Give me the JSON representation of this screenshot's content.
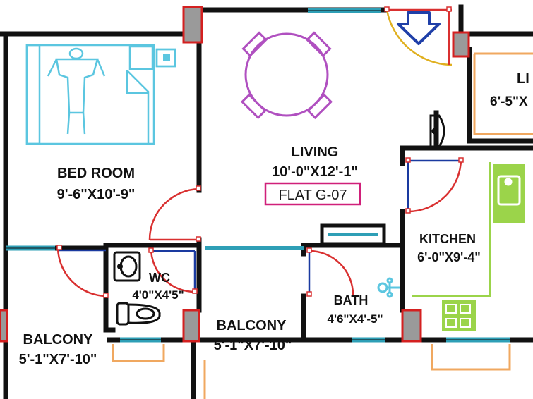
{
  "colors": {
    "wall": "#111111",
    "door": "#d93030",
    "window": "#2e9fb6",
    "column": "#9a9a9a",
    "column_border": "#d42020",
    "furniture_bed": "#5bc6e0",
    "furniture_dining": "#b050c0",
    "kitchen_counter": "#9bd44a",
    "balcony_rail": "#f0a860",
    "entry_arrow": "#1f3fa8",
    "door_swing_entry": "#e0b020",
    "flat_tag": "#d0207a",
    "partition_blue": "#1a3aa0"
  },
  "icons": [
    "entry-arrow-icon",
    "bed-icon",
    "dining-table-icon",
    "washbasin-icon",
    "wc-icon",
    "shower-icon",
    "hob-icon",
    "sink-icon"
  ],
  "rooms": {
    "bedroom": {
      "name": "BED ROOM",
      "size": "9'-6\"X10'-9\""
    },
    "living": {
      "name": "LIVING",
      "size": "10'-0\"X12'-1\""
    },
    "flat_tag": "FLAT G-07",
    "kitchen": {
      "name": "KITCHEN",
      "size": "6'-0\"X9'-4\""
    },
    "wc": {
      "name": "WC",
      "size": "4'0\"X4'5\""
    },
    "bath": {
      "name": "BATH",
      "size": "4'6\"X4'-5\""
    },
    "balcony_left": {
      "name": "BALCONY",
      "size": "5'-1\"X7'-10\""
    },
    "balcony_mid": {
      "name": "BALCONY",
      "size": "5'-1\"X7'-10\""
    },
    "partial_room": {
      "name": "LI",
      "size": "6'-5\"X"
    }
  }
}
